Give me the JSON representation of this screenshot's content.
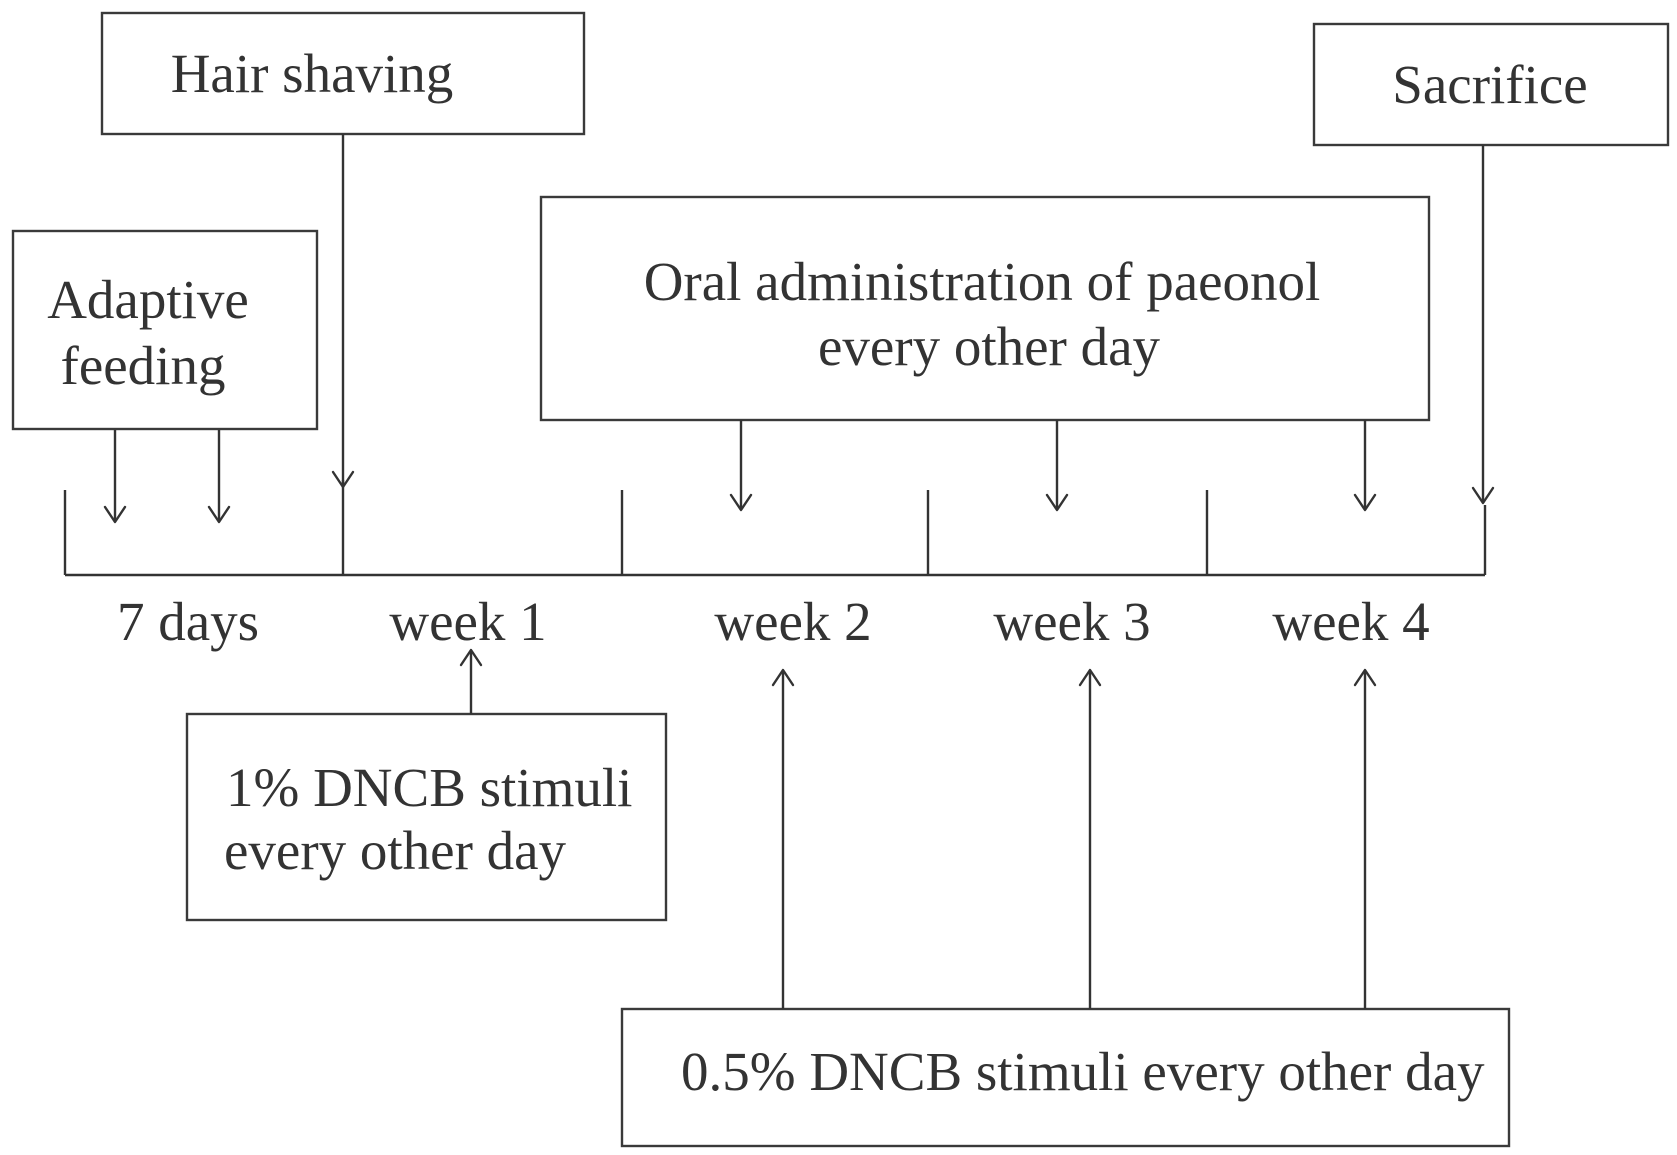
{
  "boxes": {
    "hair_shaving": "Hair shaving",
    "sacrifice": "Sacrifice",
    "adaptive_feeding": [
      "Adaptive",
      "feeding"
    ],
    "oral_paeonol": [
      "Oral administration of paeonol",
      "every other day"
    ],
    "dncb_1pct": [
      "1% DNCB stimuli",
      "every other day"
    ],
    "dncb_05pct": "0.5% DNCB stimuli every other day"
  },
  "timeline": {
    "periods": [
      "7 days",
      "week 1",
      "week 2",
      "week 3",
      "week 4"
    ]
  },
  "colors": {
    "stroke": "#333333",
    "background": "#ffffff"
  }
}
